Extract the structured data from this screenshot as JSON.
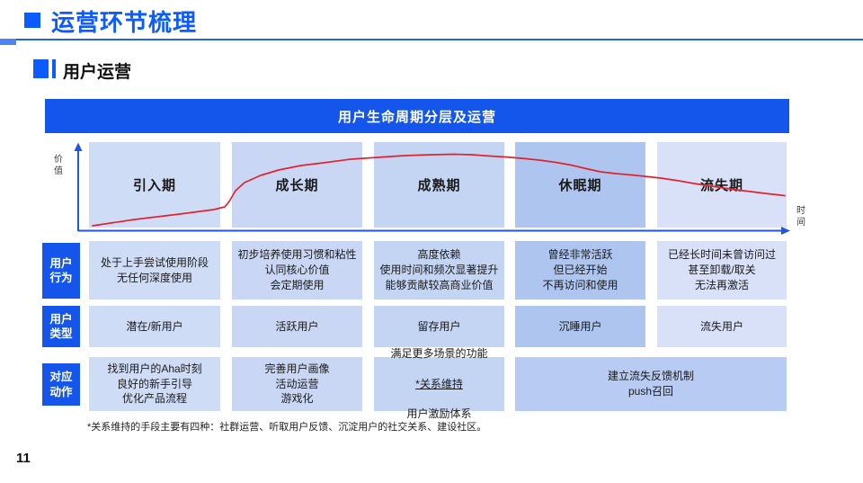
{
  "page": {
    "title": "运营环节梳理",
    "section_title": "用户运营",
    "page_number": "11",
    "footnote": "*关系维持的手段主要有四种：社群运营、听取用户反馈、沉淀用户的社交关系、建设社区。"
  },
  "diagram": {
    "banner_title": "用户生命周期分层及运营",
    "y_axis_label": "价\n值",
    "x_axis_label": "时\n间",
    "stages": [
      "引入期",
      "成长期",
      "成熟期",
      "休眠期",
      "流失期"
    ],
    "curve_description": "红色曲线：用户价值随时间先缓慢上升、快速增长、达到峰值后逐渐下降",
    "rows": {
      "behavior": {
        "label": "用户\n行为",
        "cells": [
          "处于上手尝试使用阶段\n无任何深度使用",
          "初步培养使用习惯和粘性\n认同核心价值\n会定期使用",
          "高度依赖\n使用时间和频次显著提升\n能够贡献较高商业价值",
          "曾经非常活跃\n但已经开始\n不再访问和使用",
          "已经长时间未曾访问过\n甚至卸载/取关\n无法再激活"
        ]
      },
      "type": {
        "label": "用户\n类型",
        "cells": [
          "潜在/新用户",
          "活跃用户",
          "留存用户",
          "沉睡用户",
          "流失用户"
        ]
      },
      "action": {
        "label": "对应\n动作",
        "cells": [
          "找到用户的Aha时刻\n良好的新手引导\n优化产品流程",
          "完善用户画像\n活动运营\n游戏化",
          {
            "line1": "满足更多场景的功能",
            "line2_underlined": "*关系维持",
            "line3": "用户激励体系"
          },
          "建立流失反馈机制\npush召回"
        ]
      }
    }
  },
  "colors": {
    "accent_blue": "#0b5bff",
    "banner_blue": "#1456eb",
    "axis_blue": "#2055e5",
    "curve_red": "#e0242f",
    "column_light_blue": "#c9d7f4",
    "column_dark_blue": "#aec5f0"
  }
}
